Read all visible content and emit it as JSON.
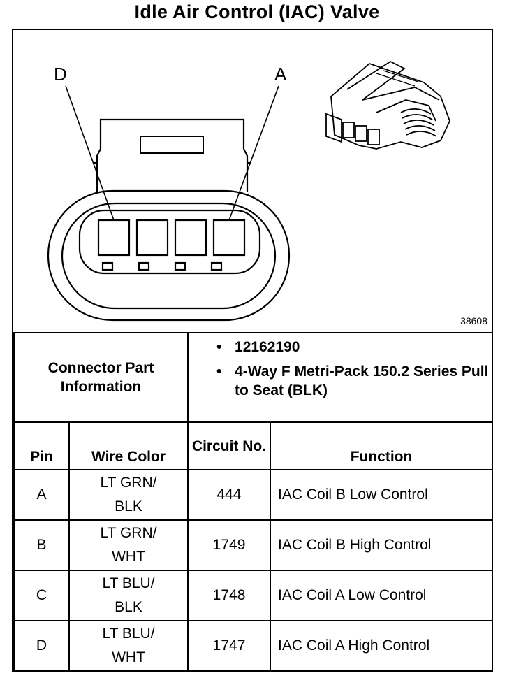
{
  "title": "Idle Air Control (IAC) Valve",
  "diagram": {
    "label_left": "D",
    "label_right": "A",
    "figure_number": "38608"
  },
  "connector_info": {
    "label": "Connector Part Information",
    "items": [
      "12162190",
      "4-Way F Metri-Pack 150.2 Series Pull to Seat (BLK)"
    ]
  },
  "table": {
    "headers": {
      "pin": "Pin",
      "wire_color": "Wire Color",
      "circuit": "Circuit No.",
      "function": "Function"
    },
    "rows": [
      {
        "pin": "A",
        "wire_color_1": "LT GRN/",
        "wire_color_2": "BLK",
        "circuit": "444",
        "function": "IAC Coil B Low Control"
      },
      {
        "pin": "B",
        "wire_color_1": "LT GRN/",
        "wire_color_2": "WHT",
        "circuit": "1749",
        "function": "IAC Coil B High Control"
      },
      {
        "pin": "C",
        "wire_color_1": "LT BLU/",
        "wire_color_2": "BLK",
        "circuit": "1748",
        "function": "IAC Coil A Low Control"
      },
      {
        "pin": "D",
        "wire_color_1": "LT BLU/",
        "wire_color_2": "WHT",
        "circuit": "1747",
        "function": "IAC Coil A High Control"
      }
    ]
  }
}
